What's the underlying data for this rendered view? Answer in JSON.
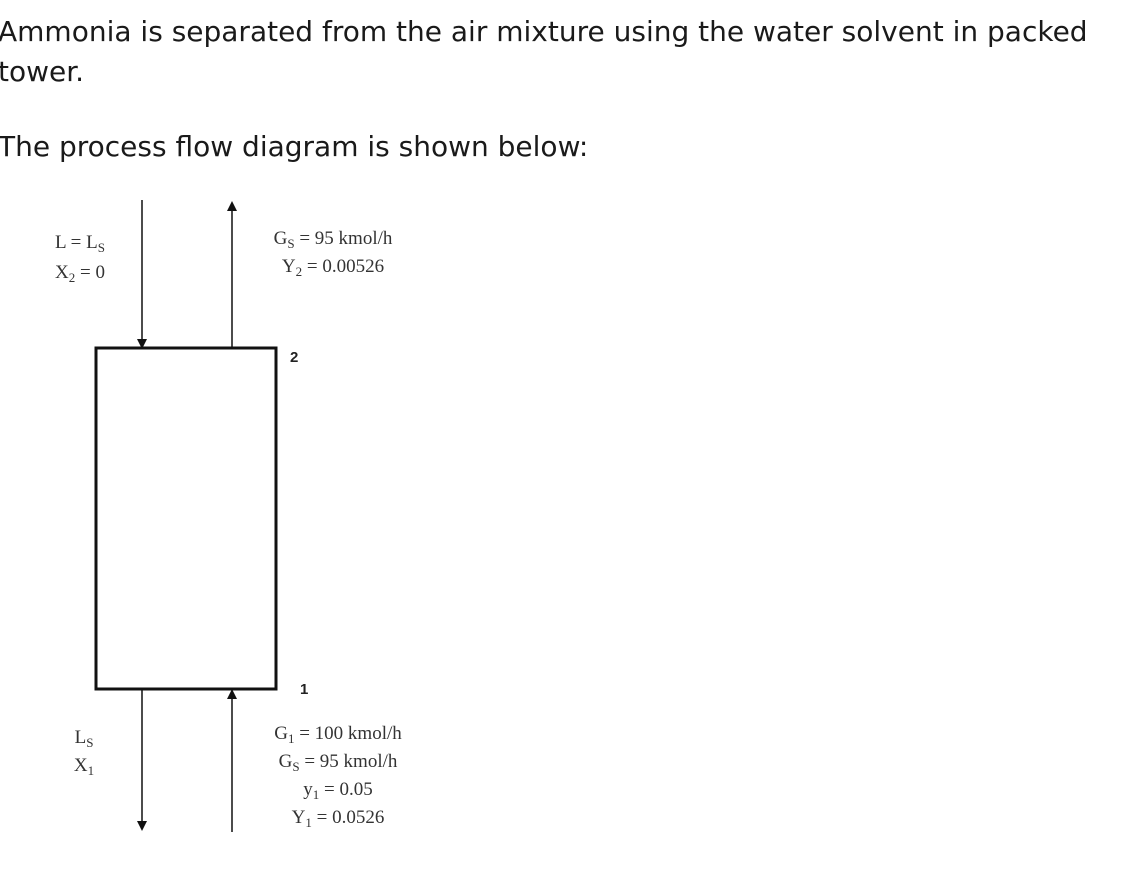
{
  "text": {
    "intro": "Ammonia is separated from the air mixture using the water solvent in packed tower.",
    "caption": "The process flow diagram is shown below:"
  },
  "diagram": {
    "top_point": "2",
    "bottom_point": "1",
    "top_left": [
      {
        "base": "L = L",
        "sub": "S",
        "rest": ""
      },
      {
        "base": "X",
        "sub": "2",
        "rest": " = 0"
      }
    ],
    "top_right": [
      {
        "base": "G",
        "sub": "S",
        "rest": " = 95 kmol/h"
      },
      {
        "base": "Y",
        "sub": "2",
        "rest": " = 0.00526"
      }
    ],
    "bottom_left": [
      {
        "base": "L",
        "sub": "S",
        "rest": ""
      },
      {
        "base": "X",
        "sub": "1",
        "rest": ""
      }
    ],
    "bottom_right": [
      {
        "base": "G",
        "sub": "1",
        "rest": " = 100 kmol/h"
      },
      {
        "base": "G",
        "sub": "S",
        "rest": " = 95 kmol/h"
      },
      {
        "base": "y",
        "sub": "1",
        "rest": " = 0.05"
      },
      {
        "base": "Y",
        "sub": "1",
        "rest": " = 0.0526"
      }
    ]
  }
}
